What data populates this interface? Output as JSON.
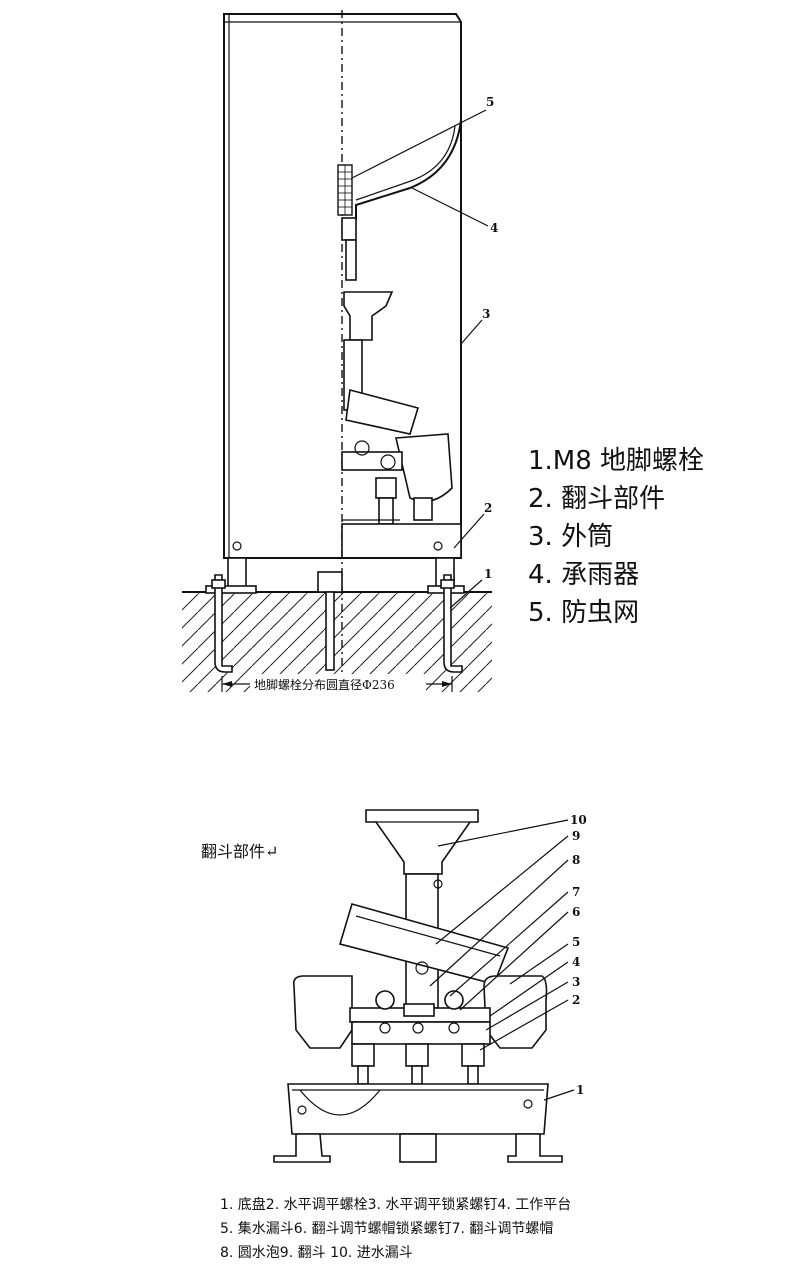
{
  "top_figure": {
    "callouts": [
      "5",
      "4",
      "3",
      "2",
      "1"
    ],
    "dimension_label": "地脚螺栓分布圆直径Φ236"
  },
  "legend": {
    "items": [
      "1.M8 地脚螺栓",
      "2. 翻斗部件",
      "3. 外筒",
      "4. 承雨器",
      "5. 防虫网"
    ]
  },
  "bottom_figure": {
    "title": "翻斗部件↵",
    "callouts": [
      "10",
      "9",
      "8",
      "7",
      "6",
      "5",
      "4",
      "3",
      "2",
      "1"
    ],
    "caption_lines": [
      "1. 底盘2. 水平调平螺栓3. 水平调平锁紧螺钉4. 工作平台",
      "5. 集水漏斗6. 翻斗调节螺帽锁紧螺钉7. 翻斗调节螺帽",
      "8. 圆水泡9. 翻斗  10. 进水漏斗"
    ]
  }
}
